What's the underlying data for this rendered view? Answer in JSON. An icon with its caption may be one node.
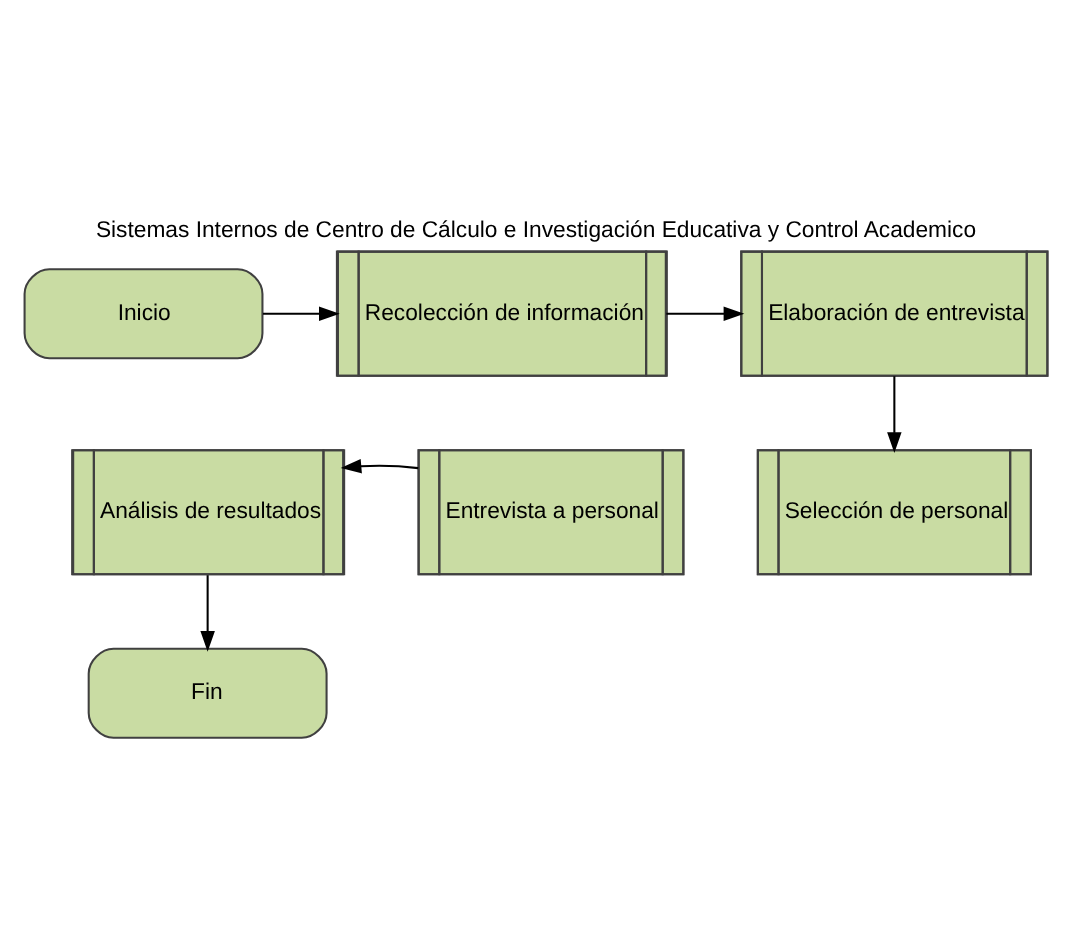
{
  "diagram": {
    "title": "Sistemas Internos de Centro de Cálculo e Investigación Educativa y Control Academico",
    "nodes": [
      {
        "text": [
          "Inicio"
        ]
      },
      {
        "text": [
          "Recolección de información"
        ]
      },
      {
        "text": [
          "Elaboración de entrevista"
        ]
      },
      {
        "text": [
          "Selección de personal"
        ]
      },
      {
        "text": [
          "Entrevista a personal"
        ]
      },
      {
        "text": [
          "Análisis de resultados"
        ]
      },
      {
        "text": [
          "Fin"
        ]
      }
    ],
    "edges": [
      {
        "from": 0,
        "to": 1,
        "arrow": "to"
      },
      {
        "from": 1,
        "to": 2,
        "arrow": "to"
      },
      {
        "from": 2,
        "to": 3,
        "arrow": "to"
      },
      {
        "from": 4,
        "to": 5,
        "arrow": "to"
      },
      {
        "from": 5,
        "to": 6,
        "arrow": "to"
      }
    ]
  }
}
